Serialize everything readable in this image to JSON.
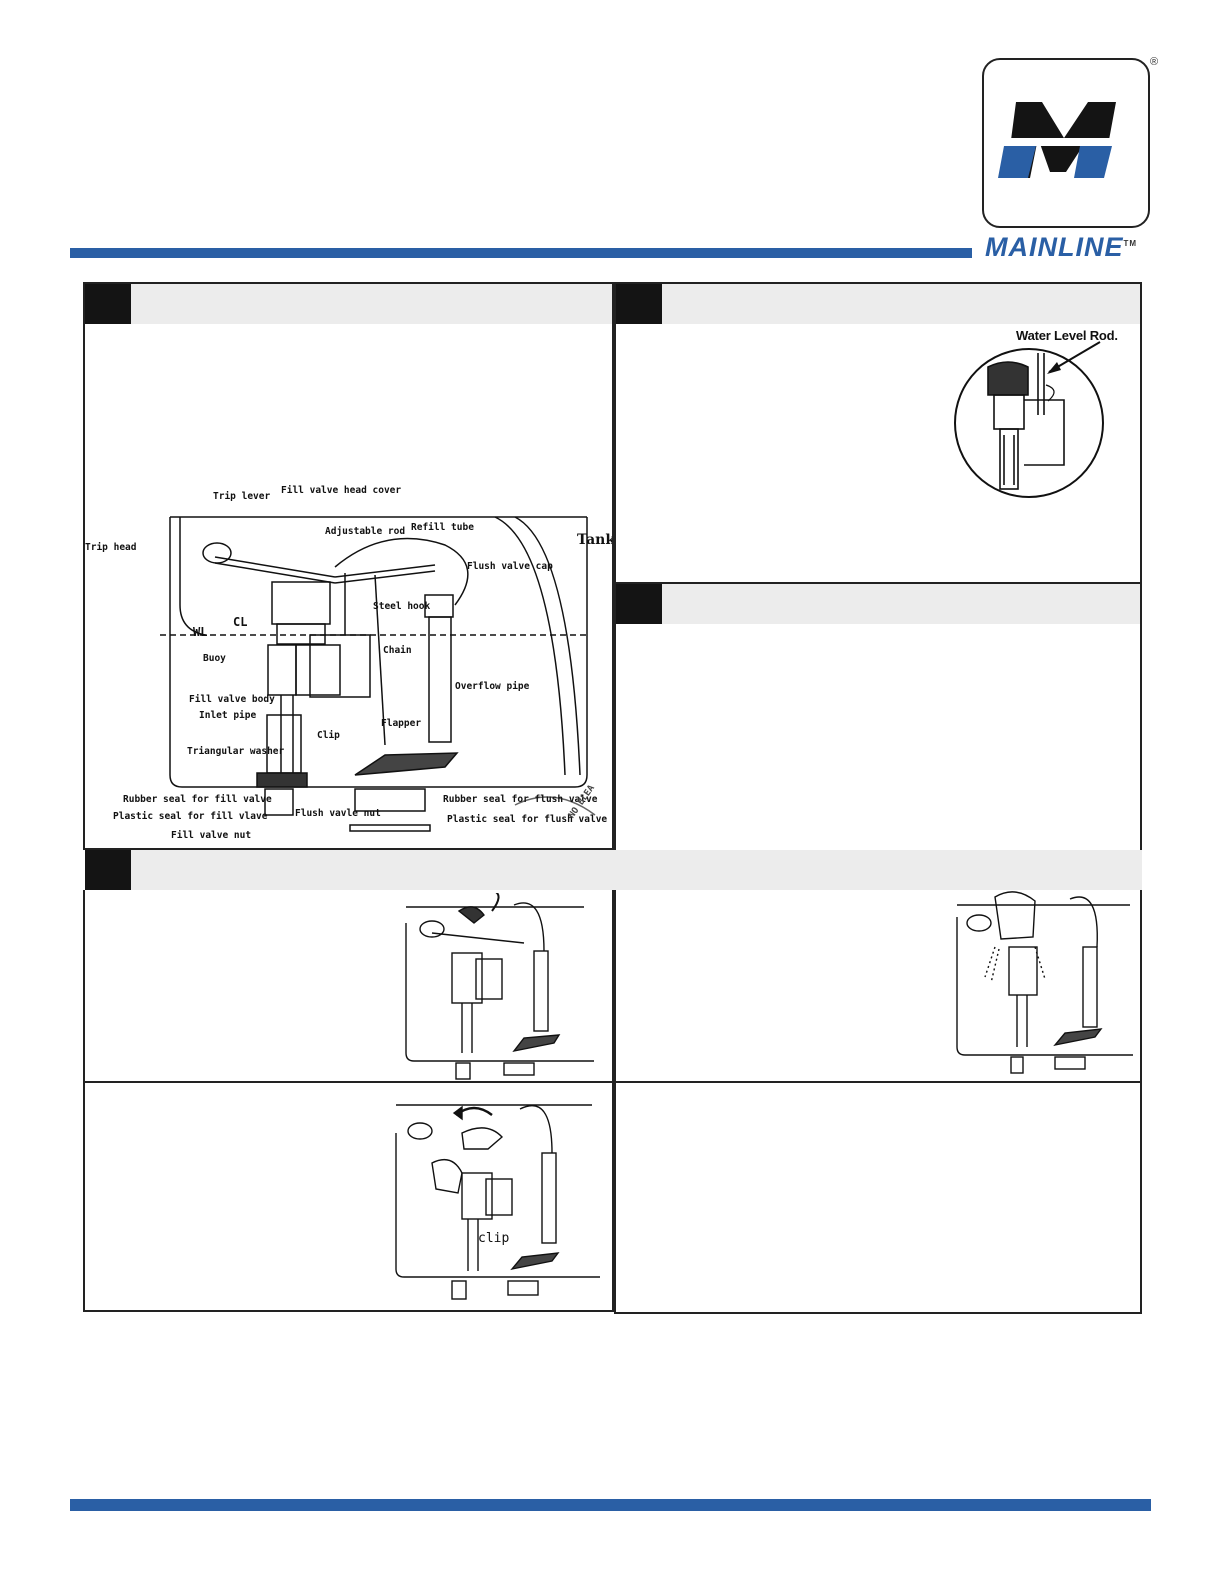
{
  "brand": {
    "logo_letter": "M",
    "name": "MAINLINE",
    "trademark": "TM",
    "registered": "®",
    "colors": {
      "blue": "#2a5fa5",
      "dark": "#141414",
      "header_gray": "#ececec"
    }
  },
  "diagram_labels": {
    "trip_lever": "Trip lever",
    "fill_valve_head_cover": "Fill valve head cover",
    "adjustable_rod": "Adjustable rod",
    "refill_tube": "Refill tube",
    "tank": "Tank",
    "trip_head": "Trip head",
    "flush_valve_cap": "Flush valve cap",
    "steel_hook": "Steel hook",
    "wl": "WL",
    "cl": "CL",
    "chain": "Chain",
    "buoy": "Buoy",
    "overflow_pipe": "Overflow pipe",
    "fill_valve_body": "Fill valve body",
    "inlet_pipe": "Inlet pipe",
    "clip": "Clip",
    "flapper": "Flapper",
    "triangular_washer": "Triangular washer",
    "rubber_seal_fill": "Rubber seal for fill valve",
    "rubber_seal_flush": "Rubber seal for flush valve",
    "plastic_seal_fill": "Plastic seal for fill vlave",
    "flush_valve_nut": "Flush vavle nut",
    "plastic_seal_flush": "Plastic seal for flush valve",
    "fill_valve_nut": "Fill valve nut",
    "no_bleach": "NO BLEA"
  },
  "water_level_rod_label": "Water Level Rod.",
  "step_clip_label": "clip"
}
